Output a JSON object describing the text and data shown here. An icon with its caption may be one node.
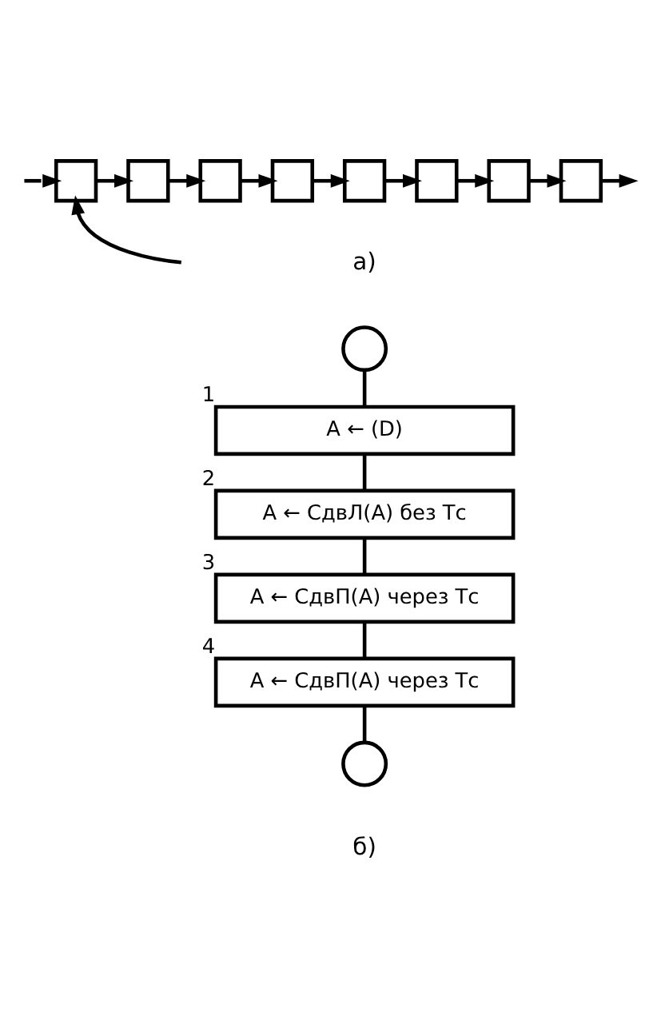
{
  "diagram": {
    "nodes": [
      {
        "text": [],
        "shape": "box"
      },
      {
        "text": [],
        "shape": "box"
      },
      {
        "text": [],
        "shape": "box"
      },
      {
        "text": [],
        "shape": "box"
      },
      {
        "text": [],
        "shape": "box"
      },
      {
        "text": [],
        "shape": "box"
      },
      {
        "text": [],
        "shape": "box"
      },
      {
        "text": [],
        "shape": "box"
      },
      {
        "text": [],
        "shape": "circle"
      },
      {
        "text": [
          "A ← (D)"
        ],
        "beside": [
          "1"
        ]
      },
      {
        "text": [
          "A ← СдвЛ(А) без Тс"
        ],
        "beside": [
          "2"
        ]
      },
      {
        "text": [
          "A ← СдвП(А) через Тс"
        ],
        "beside": [
          "3"
        ]
      },
      {
        "text": [
          "A ← СдвП(А) через Тс"
        ],
        "beside": [
          "4"
        ]
      },
      {
        "text": [],
        "shape": "circle"
      }
    ],
    "edges": [
      {
        "from": null,
        "to": 0,
        "arrow": "to"
      },
      {
        "from": null,
        "to": 0,
        "arrow": "to"
      },
      {
        "from": 0,
        "to": 1,
        "arrow": "to"
      },
      {
        "from": 1,
        "to": 2,
        "arrow": "to"
      },
      {
        "from": 2,
        "to": 3,
        "arrow": "to"
      },
      {
        "from": 3,
        "to": 4,
        "arrow": "to"
      },
      {
        "from": 4,
        "to": 5,
        "arrow": "to"
      },
      {
        "from": 5,
        "to": 6,
        "arrow": "to"
      },
      {
        "from": 6,
        "to": 7,
        "arrow": "to"
      },
      {
        "from": 7,
        "to": null,
        "arrow": "to"
      },
      {
        "from": 8,
        "to": 9,
        "arrow": "none"
      },
      {
        "from": 9,
        "to": 10,
        "arrow": "none"
      },
      {
        "from": 10,
        "to": 11,
        "arrow": "none"
      },
      {
        "from": 11,
        "to": 12,
        "arrow": "none"
      },
      {
        "from": 12,
        "to": 13,
        "arrow": "none"
      }
    ],
    "labels": [
      "а)",
      "б)"
    ]
  }
}
